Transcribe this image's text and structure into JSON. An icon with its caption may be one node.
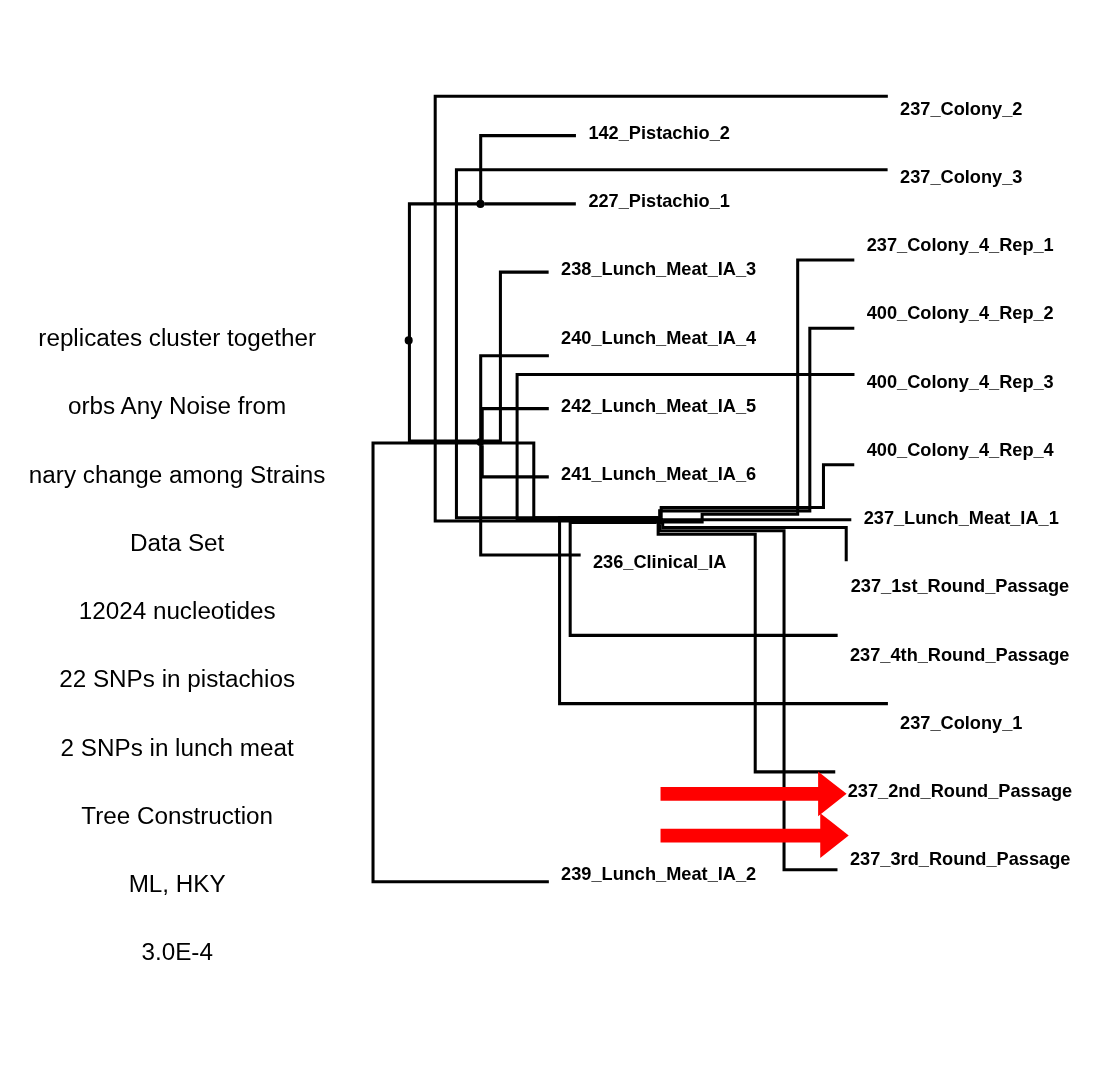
{
  "diagram": {
    "nodes": [
      {
        "text": [],
        "shape": "point"
      },
      {
        "text": [],
        "shape": "point"
      },
      {
        "text": [
          "227_Pistachio_1"
        ]
      },
      {
        "text": [
          "142_Pistachio_2"
        ]
      },
      {
        "text": [],
        "shape": "point"
      },
      {
        "text": [
          "236_Clinical_IA"
        ]
      },
      {
        "text": [
          "239_Lunch_Meat_IA_2"
        ]
      },
      {
        "text": [
          "238_Lunch_Meat_IA_3"
        ]
      },
      {
        "text": [
          "240_Lunch_Meat_IA_4"
        ]
      },
      {
        "text": [
          "242_Lunch_Meat_IA_5"
        ]
      },
      {
        "text": [
          "241_Lunch_Meat_IA_6"
        ]
      },
      {
        "text": [],
        "shape": "point"
      },
      {
        "text": [
          "237_Lunch_Meat_IA_1"
        ]
      },
      {
        "text": [
          "237_1st_Round_Passage"
        ]
      },
      {
        "text": [
          "237_2nd_Round_Passage"
        ]
      },
      {
        "text": [
          "237_3rd_Round_Passage"
        ]
      },
      {
        "text": [
          "237_4th_Round_Passage"
        ]
      },
      {
        "text": [
          "237_Colony_1"
        ]
      },
      {
        "text": [
          "237_Colony_2"
        ]
      },
      {
        "text": [
          "237_Colony_3"
        ]
      },
      {
        "text": [
          "237_Colony_4_Rep_1"
        ]
      },
      {
        "text": [
          "400_Colony_4_Rep_2"
        ]
      },
      {
        "text": [
          "400_Colony_4_Rep_3"
        ]
      },
      {
        "text": [
          "400_Colony_4_Rep_4"
        ]
      }
    ],
    "edges": [
      {
        "from": 0,
        "to": 1,
        "arrow": "none"
      },
      {
        "from": 1,
        "to": 2,
        "arrow": "none"
      },
      {
        "from": 1,
        "to": 3,
        "arrow": "none"
      },
      {
        "from": 0,
        "to": 4,
        "arrow": "none"
      },
      {
        "from": 4,
        "to": 5,
        "arrow": "none"
      },
      {
        "from": 4,
        "to": 6,
        "arrow": "none"
      },
      {
        "from": 4,
        "to": 7,
        "arrow": "none"
      },
      {
        "from": 4,
        "to": 8,
        "arrow": "none"
      },
      {
        "from": 4,
        "to": 9,
        "arrow": "none"
      },
      {
        "from": 4,
        "to": 10,
        "arrow": "none"
      },
      {
        "from": 4,
        "to": 11,
        "arrow": "none"
      },
      {
        "from": 11,
        "to": 12,
        "arrow": "none"
      },
      {
        "from": 11,
        "to": 13,
        "arrow": "none"
      },
      {
        "from": 11,
        "to": 14,
        "arrow": "none"
      },
      {
        "from": 11,
        "to": 15,
        "arrow": "none"
      },
      {
        "from": 11,
        "to": 16,
        "arrow": "none"
      },
      {
        "from": 11,
        "to": 17,
        "arrow": "none"
      },
      {
        "from": 11,
        "to": 18,
        "arrow": "none"
      },
      {
        "from": 11,
        "to": 19,
        "arrow": "none"
      },
      {
        "from": 11,
        "to": 20,
        "arrow": "none"
      },
      {
        "from": 11,
        "to": 21,
        "arrow": "none"
      },
      {
        "from": 11,
        "to": 22,
        "arrow": "none"
      },
      {
        "from": 11,
        "to": 23,
        "arrow": "none"
      },
      {
        "from": null,
        "to": 14,
        "arrow": "to",
        "style": "thick",
        "color": "#ff0000"
      },
      {
        "from": null,
        "to": 15,
        "arrow": "to",
        "style": "thick",
        "color": "#ff0000"
      }
    ],
    "labels": [
      "replicates cluster together",
      "orbs Any Noise from",
      "nary change among Strains",
      "Data Set",
      "12024 nucleotides",
      "22 SNPs in pistachios",
      "2 SNPs in lunch meat",
      "Tree Construction",
      "ML, HKY",
      "3.0E-4"
    ]
  }
}
